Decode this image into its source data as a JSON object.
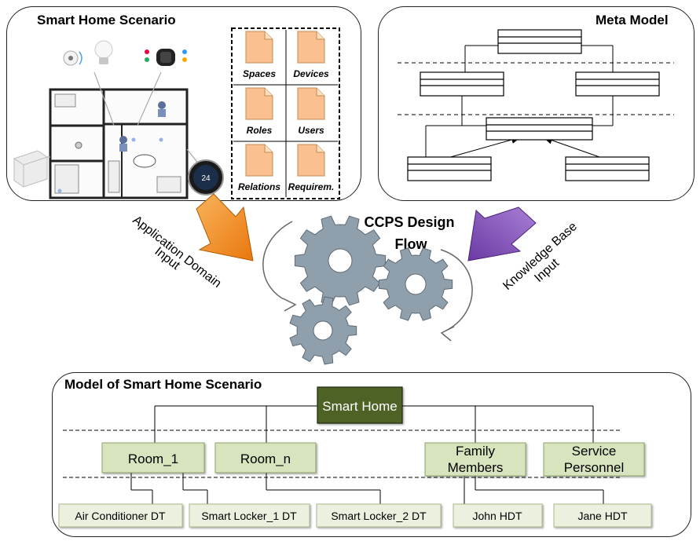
{
  "panels": {
    "smart_home_scenario": {
      "title": "Smart Home Scenario",
      "doc_tiles": [
        "Spaces",
        "Devices",
        "Roles",
        "Users",
        "Relations",
        "Requirem."
      ],
      "thermostat_display": "24"
    },
    "meta_model": {
      "title": "Meta Model"
    },
    "model_of_smart_home": {
      "title": "Model of Smart Home Scenario",
      "root": "Smart Home",
      "level1": [
        {
          "label": "Room_1"
        },
        {
          "label": "Room_n"
        },
        {
          "label_line1": "Family",
          "label_line2": "Members"
        },
        {
          "label_line1": "Service",
          "label_line2": "Personnel"
        }
      ],
      "level2": [
        "Air Conditioner DT",
        "Smart Locker_1 DT",
        "Smart Locker_2 DT",
        "John HDT",
        "Jane HDT"
      ]
    }
  },
  "flow": {
    "title_line1": "CCPS Design",
    "title_line2": "Flow",
    "input_left_line1": "Application Domain",
    "input_left_line2": "Input",
    "input_right_line1": "Knowledge Base",
    "input_right_line2": "Input"
  },
  "colors": {
    "root_fill": "#4f6228",
    "box_fill": "#d7e4bd",
    "leaf_fill": "#ebf1de",
    "gear_fill": "#8f9fab",
    "doc_fill": "#fbc08f",
    "arrow_left": "#f28a1c",
    "arrow_right": "#8350b5"
  }
}
